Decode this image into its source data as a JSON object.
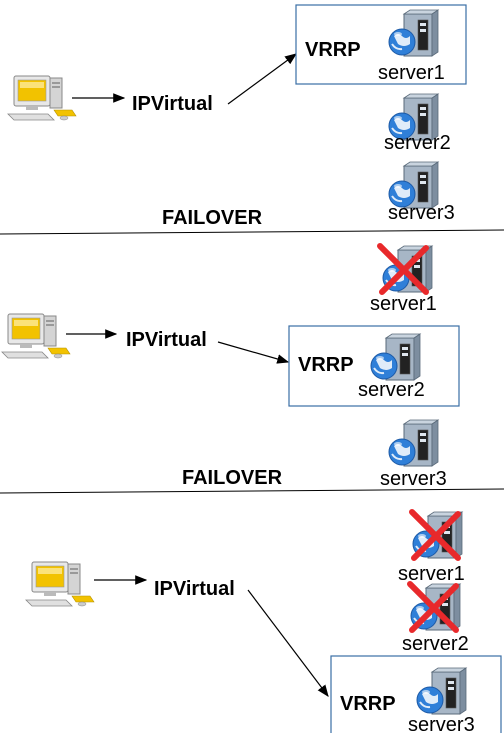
{
  "sections": [
    {
      "ip_label": "IPVirtual",
      "vrrp_label": "VRRP",
      "servers": [
        {
          "name": "server1",
          "state": "active"
        },
        {
          "name": "server2",
          "state": "standby"
        },
        {
          "name": "server3",
          "state": "standby"
        }
      ]
    },
    {
      "ip_label": "IPVirtual",
      "vrrp_label": "VRRP",
      "servers": [
        {
          "name": "server1",
          "state": "failed"
        },
        {
          "name": "server2",
          "state": "active"
        },
        {
          "name": "server3",
          "state": "standby"
        }
      ]
    },
    {
      "ip_label": "IPVirtual",
      "vrrp_label": "VRRP",
      "servers": [
        {
          "name": "server1",
          "state": "failed"
        },
        {
          "name": "server2",
          "state": "failed"
        },
        {
          "name": "server3",
          "state": "active"
        }
      ]
    }
  ],
  "dividers": [
    "FAILOVER",
    "FAILOVER"
  ],
  "icons": {
    "client": "desktop-computer-icon",
    "server": "server-icon",
    "failed_mark": "red-cross-icon"
  },
  "colors": {
    "box_border": "#3a6ea5",
    "cross": "#e8292b",
    "globe": "#2f7fd8",
    "screen": "#f2c200"
  }
}
